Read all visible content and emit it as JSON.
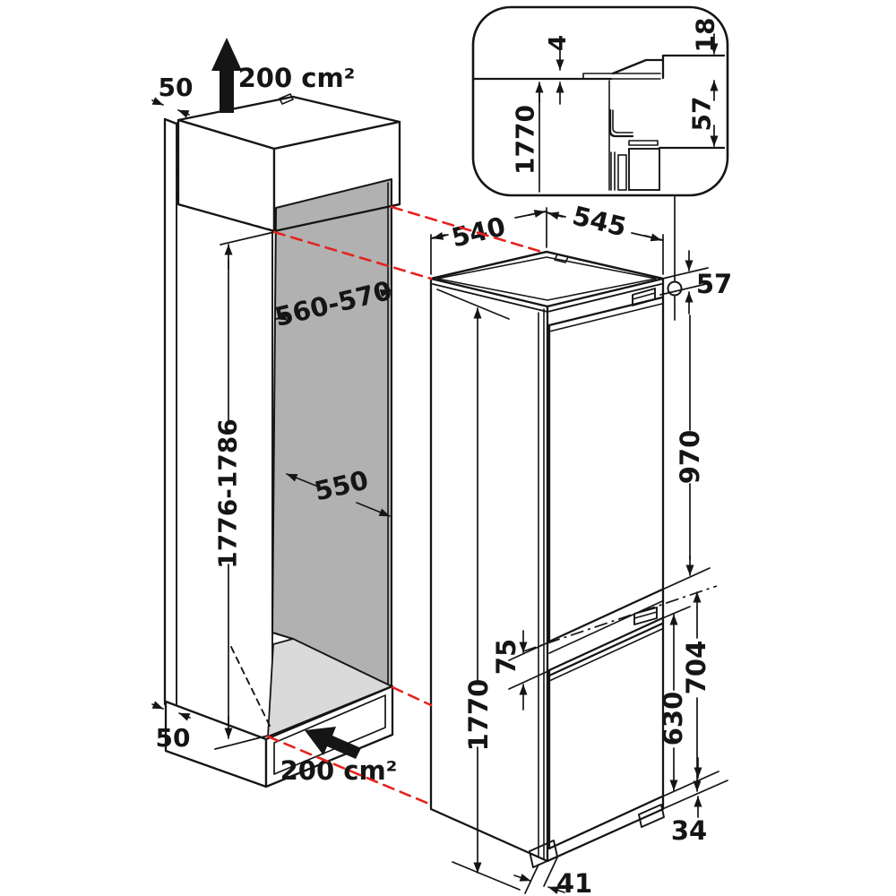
{
  "title": "Built-in fridge-freezer installation dimensions diagram",
  "colors": {
    "line": "#151515",
    "projection_red": "#e5231f",
    "niche_back_gray": "#b1b1b1",
    "niche_floor_gray": "#dadada"
  },
  "inset": {
    "top_gap": "4",
    "worktop_overlap": "18",
    "hinge_height": "57",
    "niche_height": "1770"
  },
  "cabinet": {
    "top_clearance": "50",
    "top_vent_area": "200 cm²",
    "niche_width": "560-570",
    "niche_height": "1776-1786",
    "niche_depth": "550",
    "bottom_clearance": "50",
    "bottom_vent_area": "200 cm²"
  },
  "appliance": {
    "depth": "540",
    "width": "545",
    "top_offset": "57",
    "upper_door_height": "970",
    "door_gap": "75",
    "height": "1770",
    "lower_door_height": "630",
    "lower_section_height": "704",
    "base_height": "34",
    "foot_inset": "41"
  }
}
